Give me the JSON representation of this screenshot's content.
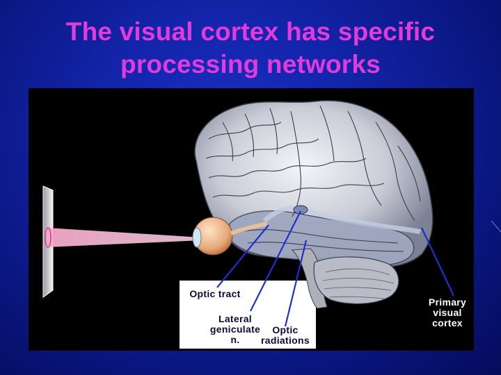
{
  "slide": {
    "title": "The visual cortex has specific\nprocessing networks"
  },
  "figure": {
    "labels": {
      "optic_tract": "Optic tract",
      "lateral_geniculate": "Lateral\ngeniculate\nn.",
      "optic_radiations": "Optic\nradiations",
      "primary_visual_cortex": "Primary\nvisual\ncortex"
    }
  },
  "colors": {
    "title": "#e23bdc",
    "label_dark": "#0a0a3a",
    "label_light": "#ffffff",
    "pointer": "#1d2fd0"
  }
}
